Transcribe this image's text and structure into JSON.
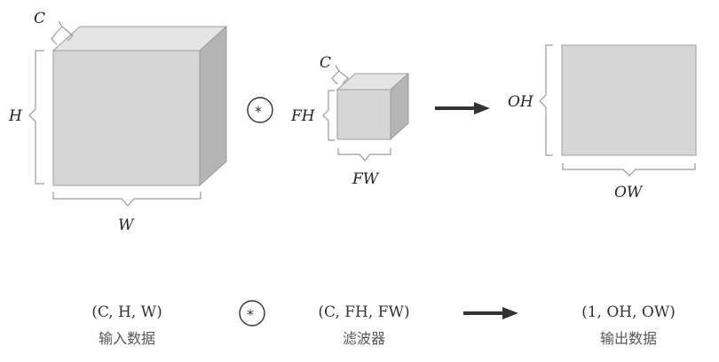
{
  "input_block": {
    "depth_label": "C",
    "height_label": "H",
    "width_label": "W"
  },
  "filter_block": {
    "depth_label": "C",
    "height_label": "FH",
    "width_label": "FW"
  },
  "output_block": {
    "height_label": "OH",
    "width_label": "OW"
  },
  "operator_symbol": "*",
  "captions": {
    "input_shape": "(C, H, W)",
    "input_name": "输入数据",
    "filter_shape": "(C, FH, FW)",
    "filter_name": "滤波器",
    "output_shape": "(1, OH, OW)",
    "output_name": "输出数据"
  },
  "colors": {
    "face_front": "#d6d6d6",
    "face_top": "#e4e4e4",
    "face_side": "#b4b4b4",
    "bracket": "#9a9a9a",
    "arrow": "#333333"
  }
}
